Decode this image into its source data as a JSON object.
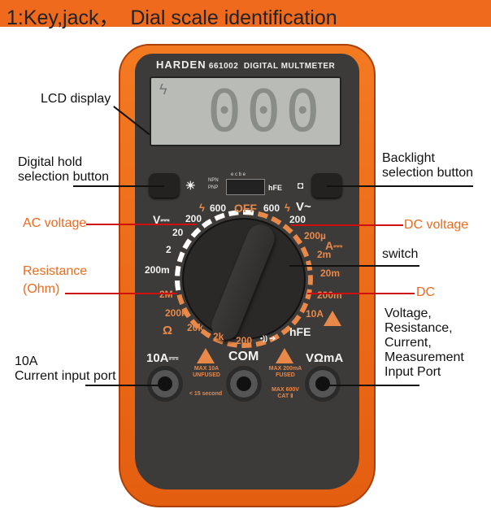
{
  "header": {
    "title": "1:Key,jack，  Dial scale identification",
    "bg_color": "#ef6a1c"
  },
  "meter": {
    "brand": "HARDEN",
    "model": "661002",
    "type": "DIGITAL MULTMETER",
    "display": "000",
    "socket": {
      "npn": "NPN",
      "pnp": "PNP",
      "pins": "e c b e",
      "hfe": "hFE"
    },
    "dial": {
      "off": "OFF",
      "v_dc": "V⎓",
      "v_ac": "V~",
      "a_dc": "A⎓",
      "ohm": "Ω",
      "hfe": "hFE",
      "diode": "•)) ➔",
      "dcv": [
        "600",
        "200",
        "20",
        "2",
        "200m"
      ],
      "acv": [
        "600",
        "200"
      ],
      "dca": [
        "200µ",
        "2m",
        "20m",
        "200m",
        "10A"
      ],
      "res": [
        "2M",
        "200k",
        "20k",
        "2k",
        "200"
      ]
    },
    "ports": {
      "p10a": "10A⎓",
      "com": "COM",
      "vohm": "VΩmA",
      "warn_10a": "MAX 10A UNFUSED",
      "time": "< 15 second",
      "warn_ma": "MAX 200mA FUSED",
      "cat": "MAX 600V CAT Ⅱ"
    }
  },
  "annotations": {
    "lcd": "LCD display",
    "hold": [
      "Digital hold",
      "selection button"
    ],
    "backlight": [
      "Backlight",
      "selection button"
    ],
    "ac": "AC voltage",
    "dcv": "DC voltage",
    "switch": "switch",
    "res": [
      "Resistance",
      "(Ohm)"
    ],
    "dc": "DC",
    "p10a": [
      "10A",
      "Current input port"
    ],
    "vport": [
      "Voltage,",
      "Resistance,",
      "Current,",
      "Measurement",
      "Input Port"
    ]
  }
}
